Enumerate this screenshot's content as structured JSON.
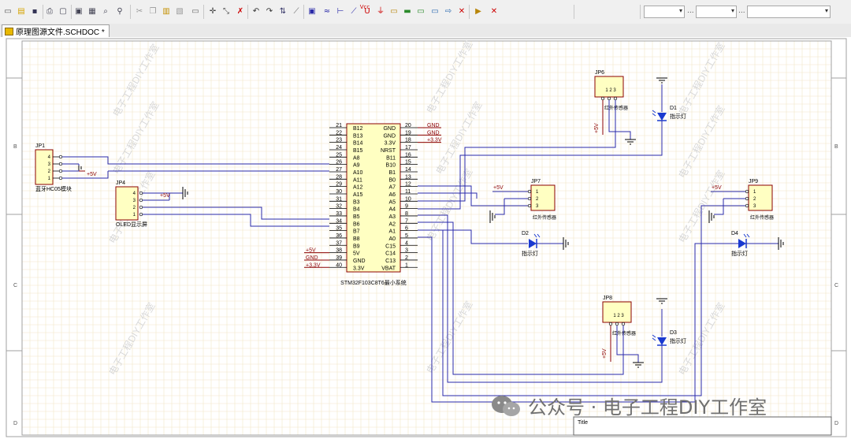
{
  "window": {
    "tab_title": "原理图源文件.SCHDOC *"
  },
  "toolbar": {
    "icons": [
      "new-icon",
      "open-icon",
      "save-icon",
      "print-icon",
      "print-preview-icon",
      "zoom-fit-icon",
      "zoom-area-icon",
      "zoom-selected-icon",
      "zoom-options-icon",
      "cut-icon",
      "copy-icon",
      "paste-icon",
      "rubber-stamp-icon",
      "select-area-icon",
      "move-icon",
      "move-selection-icon",
      "deselect-icon",
      "undo-icon",
      "redo-icon",
      "cross-probe-icon",
      "browse-icon",
      "place-wire-icon",
      "place-bus-icon",
      "place-bus-entry-icon",
      "place-net-label-icon",
      "place-vcc-icon",
      "place-gnd-icon",
      "place-part-icon",
      "place-sheet-icon",
      "place-sheet-entry-icon",
      "place-device-sheet-icon",
      "place-port-icon",
      "place-no-erc-icon",
      "place-directive-icon",
      "cancel-icon"
    ],
    "vcc_label": "Vcc",
    "combos": [
      "",
      "",
      ""
    ]
  },
  "sheet": {
    "zones_left": [
      "",
      "B",
      "C",
      "D"
    ],
    "zones_right": [
      "",
      "B",
      "C",
      "D"
    ],
    "title_block_label": "Title"
  },
  "mcu": {
    "label": "STM32F103C8T6最小系统",
    "left_pins": [
      {
        "num": "21",
        "name": "B12"
      },
      {
        "num": "22",
        "name": "B13"
      },
      {
        "num": "23",
        "name": "B14"
      },
      {
        "num": "24",
        "name": "B15"
      },
      {
        "num": "25",
        "name": "A8"
      },
      {
        "num": "26",
        "name": "A9"
      },
      {
        "num": "27",
        "name": "A10"
      },
      {
        "num": "28",
        "name": "A11"
      },
      {
        "num": "29",
        "name": "A12"
      },
      {
        "num": "30",
        "name": "A15"
      },
      {
        "num": "31",
        "name": "B3"
      },
      {
        "num": "32",
        "name": "B4"
      },
      {
        "num": "33",
        "name": "B5"
      },
      {
        "num": "34",
        "name": "B6"
      },
      {
        "num": "35",
        "name": "B7"
      },
      {
        "num": "36",
        "name": "B8"
      },
      {
        "num": "37",
        "name": "B9"
      },
      {
        "num": "38",
        "name": "5V"
      },
      {
        "num": "39",
        "name": "GND"
      },
      {
        "num": "40",
        "name": "3.3V"
      }
    ],
    "right_pins": [
      {
        "num": "20",
        "name": "GND"
      },
      {
        "num": "19",
        "name": "GND"
      },
      {
        "num": "18",
        "name": "3.3V"
      },
      {
        "num": "17",
        "name": "NRST"
      },
      {
        "num": "16",
        "name": "B11"
      },
      {
        "num": "15",
        "name": "B10"
      },
      {
        "num": "14",
        "name": "B1"
      },
      {
        "num": "13",
        "name": "B0"
      },
      {
        "num": "12",
        "name": "A7"
      },
      {
        "num": "11",
        "name": "A6"
      },
      {
        "num": "10",
        "name": "A5"
      },
      {
        "num": "9",
        "name": "A4"
      },
      {
        "num": "8",
        "name": "A3"
      },
      {
        "num": "7",
        "name": "A2"
      },
      {
        "num": "6",
        "name": "A1"
      },
      {
        "num": "5",
        "name": "A0"
      },
      {
        "num": "4",
        "name": "C15"
      },
      {
        "num": "3",
        "name": "C14"
      },
      {
        "num": "2",
        "name": "C13"
      },
      {
        "num": "1",
        "name": "VBAT"
      }
    ],
    "right_nets": [
      "GND",
      "GND",
      "+3.3V"
    ],
    "left_nets": [
      "+5V",
      "GND",
      "+3.3V"
    ]
  },
  "connectors": {
    "jp1": {
      "designator": "JP1",
      "label": "蓝牙HC05模块",
      "pins": [
        "4",
        "3",
        "2",
        "1"
      ],
      "net": "+5V"
    },
    "jp4": {
      "designator": "JP4",
      "label": "OLED显示屏",
      "pins": [
        "4",
        "3",
        "2",
        "1"
      ],
      "net": "+5V"
    },
    "jp6": {
      "designator": "JP6",
      "pins": "1 2 3",
      "label": "红外传感器",
      "net": "+5V"
    },
    "jp7": {
      "designator": "JP7",
      "pins": [
        "1",
        "2",
        "3"
      ],
      "label": "红外传感器",
      "net": "+5V"
    },
    "jp8": {
      "designator": "JP8",
      "pins": "1 2 3",
      "label": "红外传感器",
      "net": "+5V"
    },
    "jp9": {
      "designator": "JP9",
      "pins": [
        "1",
        "2",
        "3"
      ],
      "label": "红外传感器",
      "net": "+5V"
    }
  },
  "leds": {
    "d1": {
      "designator": "D1",
      "label": "指示灯"
    },
    "d2": {
      "designator": "D2",
      "label": "指示灯"
    },
    "d3": {
      "designator": "D3",
      "label": "指示灯"
    },
    "d4": {
      "designator": "D4",
      "label": "指示灯"
    }
  },
  "watermarks": [
    "电子工程DIY工作室",
    "电子工程DIY工作室",
    "电子工程DIY工作室",
    "电子工程DIY工作室",
    "电子工程DIY工作室",
    "电子工程DIY工作室",
    "电子工程DIY工作室",
    "电子工程DIY工作室",
    "电子工程DIY工作室",
    "电子工程DIY工作室",
    "电子工程DIY工作室",
    "电子工程DIY工作室"
  ],
  "footer_watermark": "公众号 · 电子工程DIY工作室",
  "colors": {
    "wire": "#2a2aa8",
    "component_fill": "#ffffc2",
    "component_stroke": "#8b0000",
    "net_label": "#8b0000",
    "led": "#1a3ad0",
    "grid": "#f2e6c8",
    "border": "#a0a0a0"
  }
}
